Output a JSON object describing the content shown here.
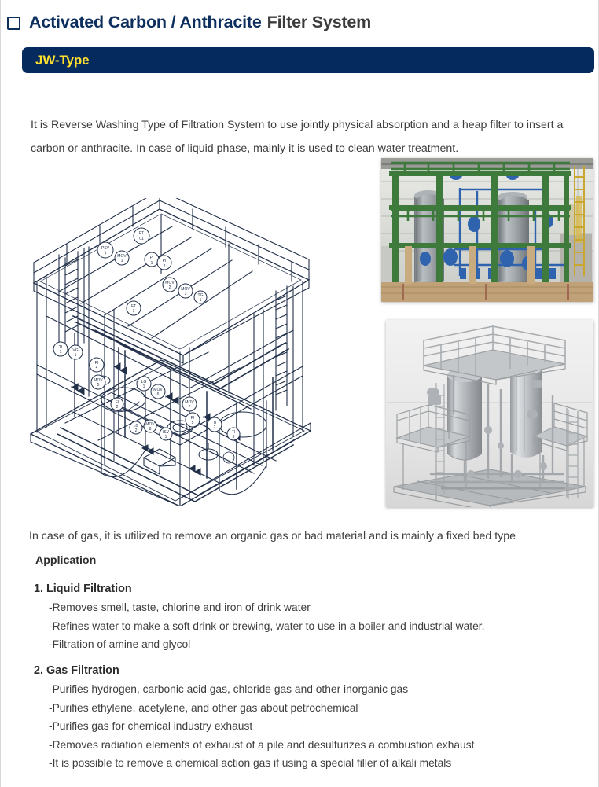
{
  "header": {
    "bullet_icon": "square-bullet-icon",
    "title_primary": "Activated Carbon / Anthracite",
    "title_secondary": "Filter System",
    "leader": "dotted-leader"
  },
  "type_bar": {
    "label": "JW-Type",
    "background_color": "#052b5e",
    "text_color": "#ffe02e"
  },
  "intro": {
    "text": "It is Reverse Washing Type of Filtration System to use jointly physical absorption and a heap filter to insert a carbon or anthracite. In case of liquid phase, mainly it is used to clean water treatment."
  },
  "figures": {
    "drawing": {
      "name": "isometric-filter-system-drawing",
      "line_color": "#22304a"
    },
    "photo_plant": {
      "name": "installed-filter-plant-photo",
      "frame_color": "#3f7a3f",
      "vessel_color": "#9aa0a4",
      "valve_color": "#2d63b5",
      "base_color": "#c8a97a"
    },
    "photo_render": {
      "name": "filter-system-3d-render",
      "tone": "#b7bcc0"
    }
  },
  "gas_note": {
    "text": "In case of gas, it is utilized to remove an organic gas or bad material and is mainly a fixed bed type"
  },
  "application": {
    "heading": "Application",
    "sections": [
      {
        "title": "1. Liquid Filtration",
        "items": [
          "-Removes smell, taste, chlorine and iron of drink water",
          "-Refines water to make a soft drink or brewing, water to use in a boiler and industrial water.",
          "-Filtration of amine and glycol"
        ]
      },
      {
        "title": "2. Gas Filtration",
        "items": [
          "-Purifies hydrogen, carbonic acid gas, chloride gas and other inorganic gas",
          "-Purifies ethylene, acetylene, and other gas about petrochemical",
          "-Purifies gas for chemical industry exhaust",
          "-Removes radiation elements of exhaust of a pile and desulfurizes a combustion exhaust",
          "-It is possible to remove a chemical action gas if using a special filler of alkali metals"
        ]
      }
    ]
  }
}
